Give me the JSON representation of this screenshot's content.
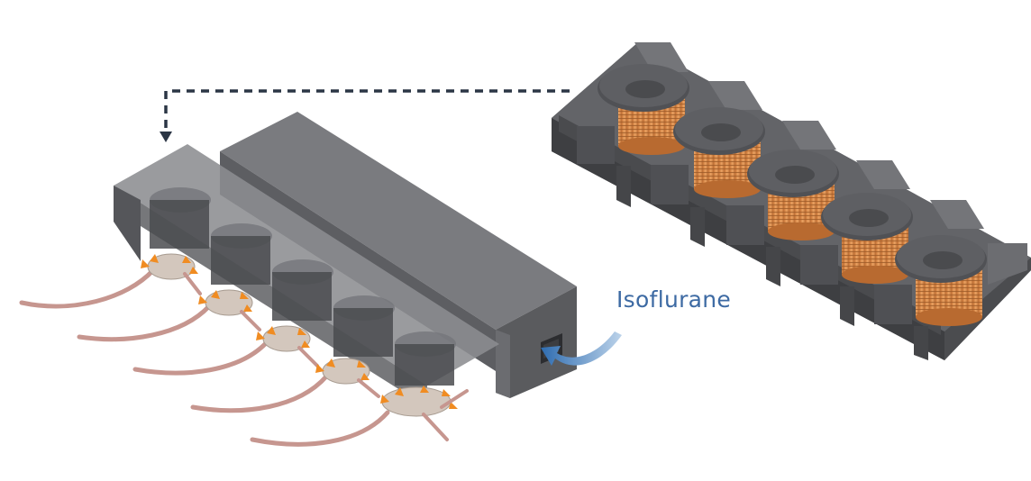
{
  "annotations": {
    "gas_label": "Isoflurane"
  },
  "components": {
    "coil_array": {
      "coil_count": 5,
      "icon": "coil-icon"
    },
    "housing": {
      "chamber_count": 5
    },
    "subjects": {
      "mouse_count": 5,
      "icon": "mouse-icon"
    },
    "gas_inlet": {
      "icon": "flow-arrow-icon"
    },
    "assembly_arrow": {
      "style": "dashed",
      "icon": "dashed-arrow-icon"
    }
  },
  "colors": {
    "housing_dark": "#5b5c5f",
    "housing_mid": "#7a7b7f",
    "housing_light": "#9a9b9f",
    "coil_copper": "#e39a5a",
    "coil_cap": "#4a4b4e",
    "mouse_body": "#d3c7bd",
    "mouse_tail": "#c6968f",
    "stim_marker": "#f08c22",
    "flow_arrow": "#2e6cb0",
    "label_blue": "#3d6aa3",
    "dash_arrow": "#2b3645"
  }
}
